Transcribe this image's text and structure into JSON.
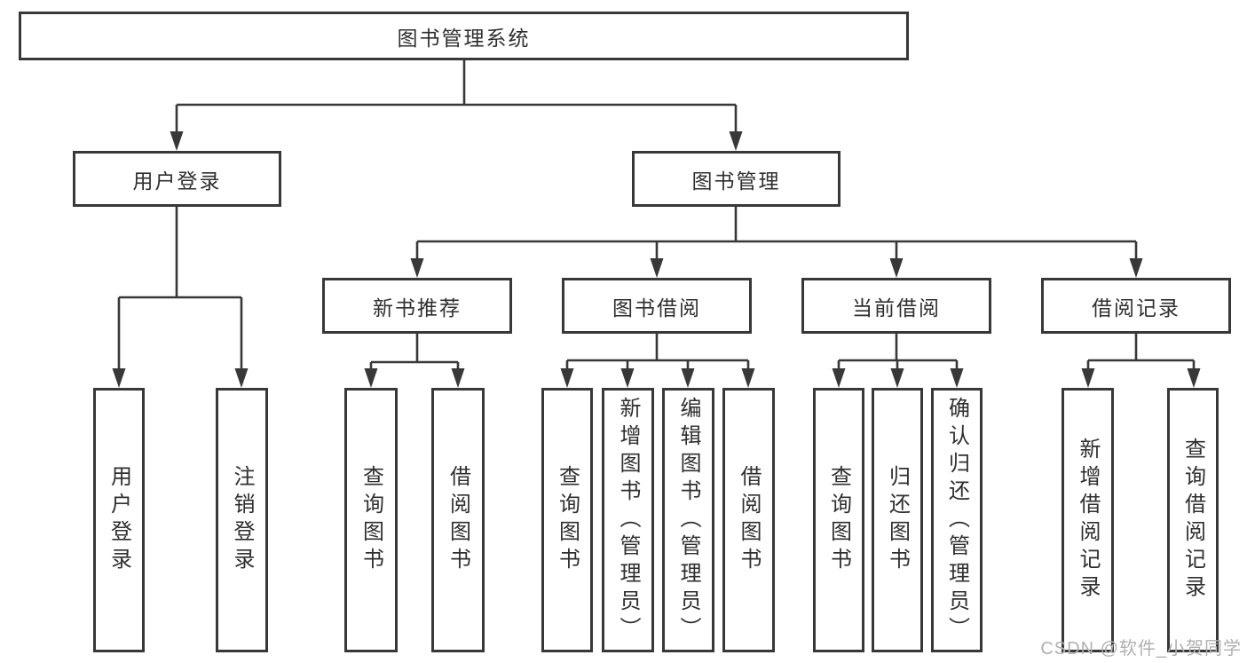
{
  "diagram": {
    "root_label": "图书管理系统",
    "level2": [
      {
        "label": "用户登录",
        "children": [
          {
            "label": "用户登录"
          },
          {
            "label": "注销登录"
          }
        ]
      },
      {
        "label": "图书管理",
        "children": [
          {
            "label": "新书推荐",
            "children": [
              {
                "label": "查询图书"
              },
              {
                "label": "借阅图书"
              }
            ]
          },
          {
            "label": "图书借阅",
            "children": [
              {
                "label": "查询图书"
              },
              {
                "label": "新增图书（管理员）"
              },
              {
                "label": "编辑图书（管理员）"
              },
              {
                "label": "借阅图书"
              }
            ]
          },
          {
            "label": "当前借阅",
            "children": [
              {
                "label": "查询图书"
              },
              {
                "label": "归还图书"
              },
              {
                "label": "确认归还（管理员）"
              }
            ]
          },
          {
            "label": "借阅记录",
            "children": [
              {
                "label": "新增借阅记录"
              },
              {
                "label": "查询借阅记录"
              }
            ]
          }
        ]
      }
    ],
    "colors": {
      "line": "#383838",
      "box_border": "#383838",
      "text": "#2f2f2f",
      "background": "#ffffff",
      "watermark": "#b0b0b0"
    }
  },
  "watermark": {
    "text": "CSDN @软件_小贺同学"
  }
}
